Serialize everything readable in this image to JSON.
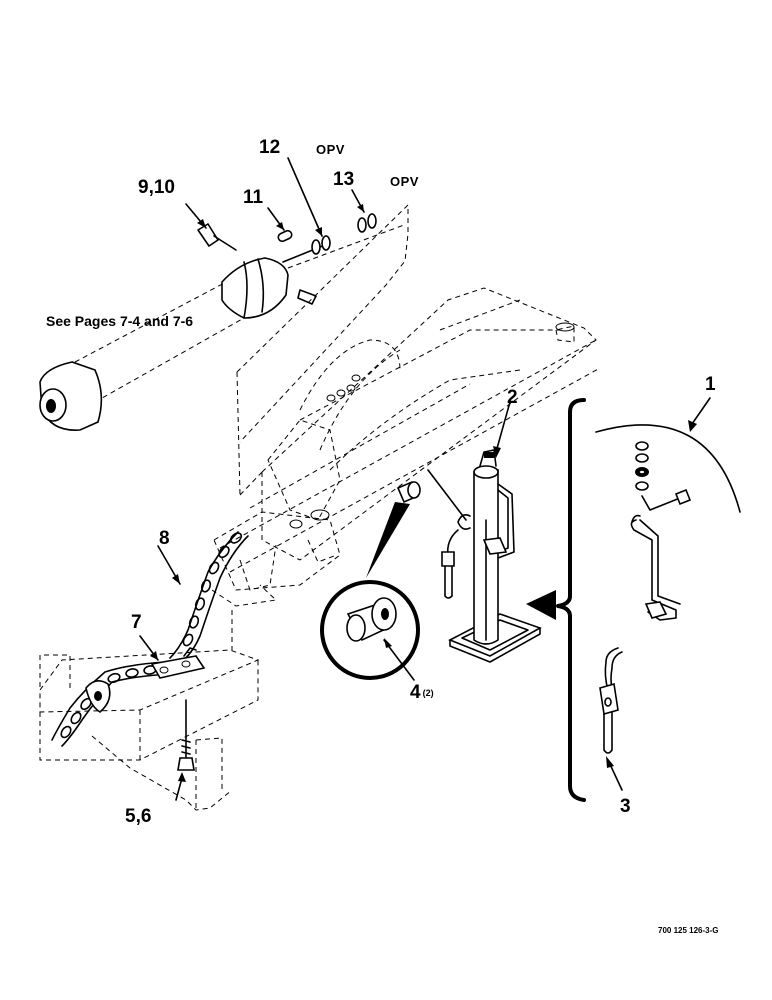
{
  "callouts": {
    "c1": "1",
    "c2": "2",
    "c3": "3",
    "c4": "4",
    "c4_qty": "(2)",
    "c56": "5,6",
    "c7": "7",
    "c8": "8",
    "c910": "9,10",
    "c11": "11",
    "c12": "12",
    "c13": "13"
  },
  "opv": {
    "a": "OPV",
    "b": "OPV"
  },
  "see_pages": "See Pages 7-4 and 7-6",
  "figure_number": "700 125 126-3-G"
}
